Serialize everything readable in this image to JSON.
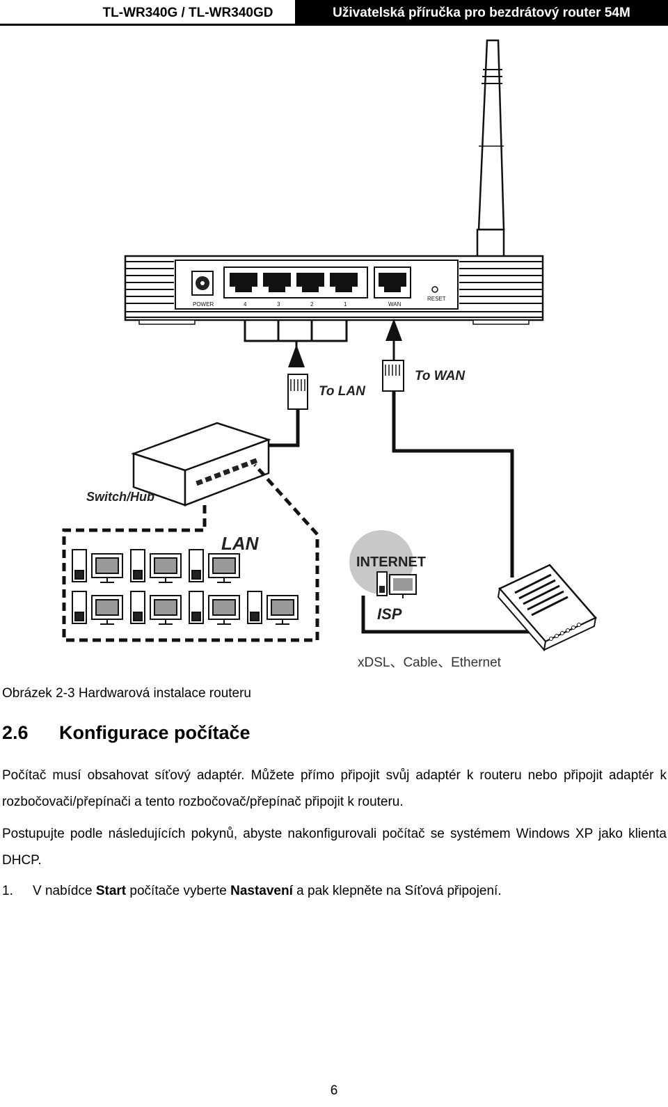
{
  "header": {
    "model": "TL-WR340G / TL-WR340GD",
    "title": "Uživatelská příručka pro bezdrátový router 54M"
  },
  "figure": {
    "port_labels": {
      "power": "POWER",
      "lan4": "4",
      "lan3": "3",
      "lan2": "2",
      "lan1": "1",
      "wan": "WAN",
      "reset": "RESET"
    },
    "to_lan": "To LAN",
    "to_wan": "To WAN",
    "switch_hub": "Switch/Hub",
    "lan": "LAN",
    "internet": "INTERNET",
    "isp": "ISP",
    "modem_types": "xDSL、Cable、Ethernet"
  },
  "caption": "Obrázek 2-3 Hardwarová instalace routeru",
  "section": {
    "number": "2.6",
    "title": "Konfigurace počítače"
  },
  "paragraph1": "Počítač musí obsahovat síťový adaptér. Můžete přímo připojit svůj adaptér k routeru nebo připojit adaptér k rozbočovači/přepínači a tento rozbočovač/přepínač připojit k routeru.",
  "paragraph2": "Postupujte podle následujících pokynů, abyste nakonfigurovali počítač se systémem Windows XP jako klienta DHCP.",
  "step1": {
    "number": "1.",
    "text_a": "V nabídce ",
    "bold_a": "Start",
    "text_b": " počítače vyberte ",
    "bold_b": "Nastavení",
    "text_c": " a pak klepněte na Síťová připojení."
  },
  "page_number": "6"
}
